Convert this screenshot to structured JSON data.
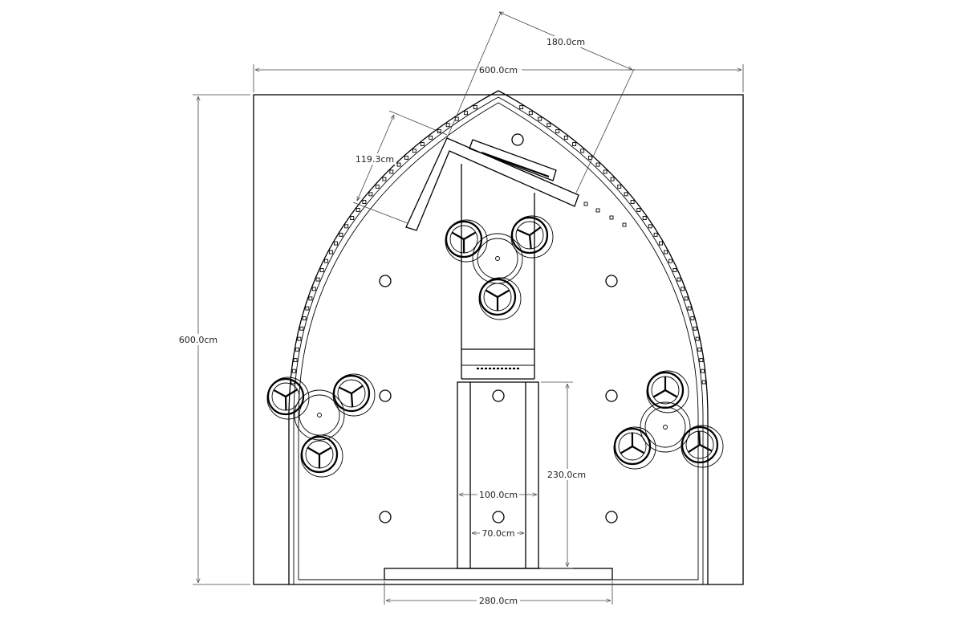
{
  "dimensions": {
    "room_width": "600.0cm",
    "room_height": "600.0cm",
    "screen_width": "180.0cm",
    "side_panel": "119.3cm",
    "walkway_length": "230.0cm",
    "walkway_outer": "100.0cm",
    "walkway_inner": "70.0cm",
    "stage_width": "280.0cm"
  }
}
